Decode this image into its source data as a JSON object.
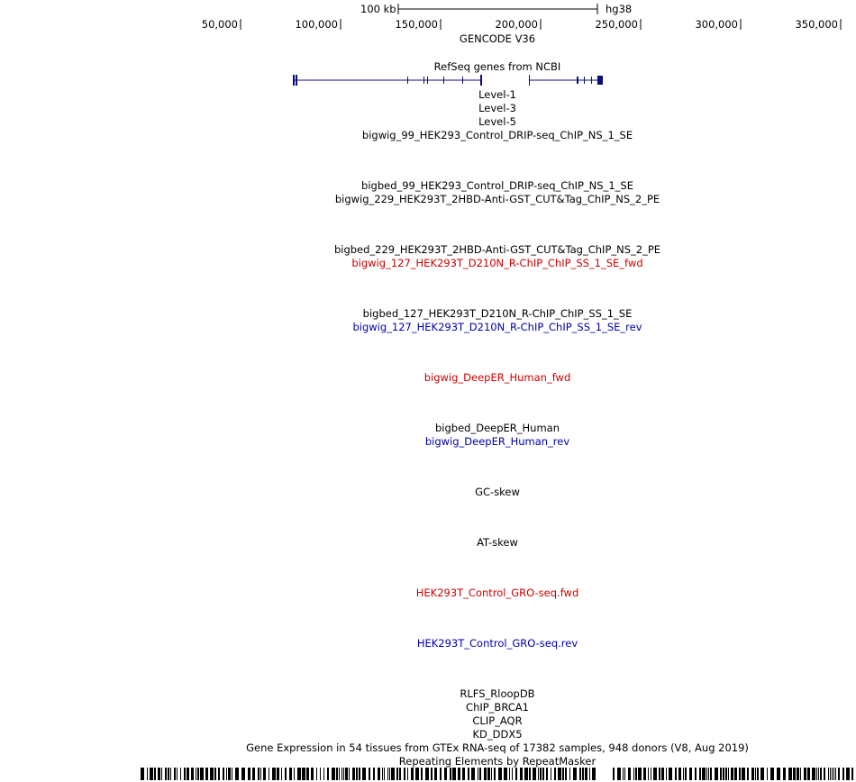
{
  "ruler": {
    "scale_label": "100 kb",
    "assembly": "hg38",
    "positions": [
      "50,000",
      "100,000",
      "150,000",
      "200,000",
      "250,000",
      "300,000",
      "350,000"
    ]
  },
  "tracks": {
    "gencode": {
      "label": "GENCODE V36",
      "color": "#000000"
    },
    "refseq": {
      "label": "RefSeq genes from NCBI",
      "color": "#000000",
      "gene_color": "#0c0c78"
    },
    "level1": {
      "label": "Level-1",
      "color": "#000000"
    },
    "level3": {
      "label": "Level-3",
      "color": "#000000"
    },
    "level5": {
      "label": "Level-5",
      "color": "#000000"
    },
    "t1": {
      "label": "bigwig_99_HEK293_Control_DRIP-seq_ChIP_NS_1_SE",
      "color": "#000000"
    },
    "t2": {
      "label": "bigbed_99_HEK293_Control_DRIP-seq_ChIP_NS_1_SE",
      "color": "#000000"
    },
    "t3": {
      "label": "bigwig_229_HEK293T_2HBD-Anti-GST_CUT&Tag_ChIP_NS_2_PE",
      "color": "#000000"
    },
    "t4": {
      "label": "bigbed_229_HEK293T_2HBD-Anti-GST_CUT&Tag_ChIP_NS_2_PE",
      "color": "#000000"
    },
    "t5": {
      "label": "bigwig_127_HEK293T_D210N_R-ChIP_ChIP_SS_1_SE_fwd",
      "color": "#cc0000"
    },
    "t6": {
      "label": "bigbed_127_HEK293T_D210N_R-ChIP_ChIP_SS_1_SE",
      "color": "#000000"
    },
    "t7": {
      "label": "bigwig_127_HEK293T_D210N_R-ChIP_ChIP_SS_1_SE_rev",
      "color": "#0000aa"
    },
    "t8": {
      "label": "bigwig_DeepER_Human_fwd",
      "color": "#cc0000"
    },
    "t9": {
      "label": "bigbed_DeepER_Human",
      "color": "#000000"
    },
    "t10": {
      "label": "bigwig_DeepER_Human_rev",
      "color": "#0000aa"
    },
    "t11": {
      "label": "GC-skew",
      "color": "#000000"
    },
    "t12": {
      "label": "AT-skew",
      "color": "#000000"
    },
    "t13": {
      "label": "HEK293T_Control_GRO-seq.fwd",
      "color": "#cc0000"
    },
    "t14": {
      "label": "HEK293T_Control_GRO-seq.rev",
      "color": "#0000aa"
    },
    "t15": {
      "label": "RLFS_RloopDB",
      "color": "#000000"
    },
    "t16": {
      "label": "ChIP_BRCA1",
      "color": "#000000"
    },
    "t17": {
      "label": "CLIP_AQR",
      "color": "#000000"
    },
    "t18": {
      "label": "KD_DDX5",
      "color": "#000000"
    },
    "gtex": {
      "label": "Gene Expression in 54 tissues from GTEx RNA-seq of 17382 samples, 948 donors (V8, Aug 2019)",
      "color": "#000000"
    },
    "repeats": {
      "label": "Repeating Elements by RepeatMasker",
      "color": "#000000"
    }
  }
}
